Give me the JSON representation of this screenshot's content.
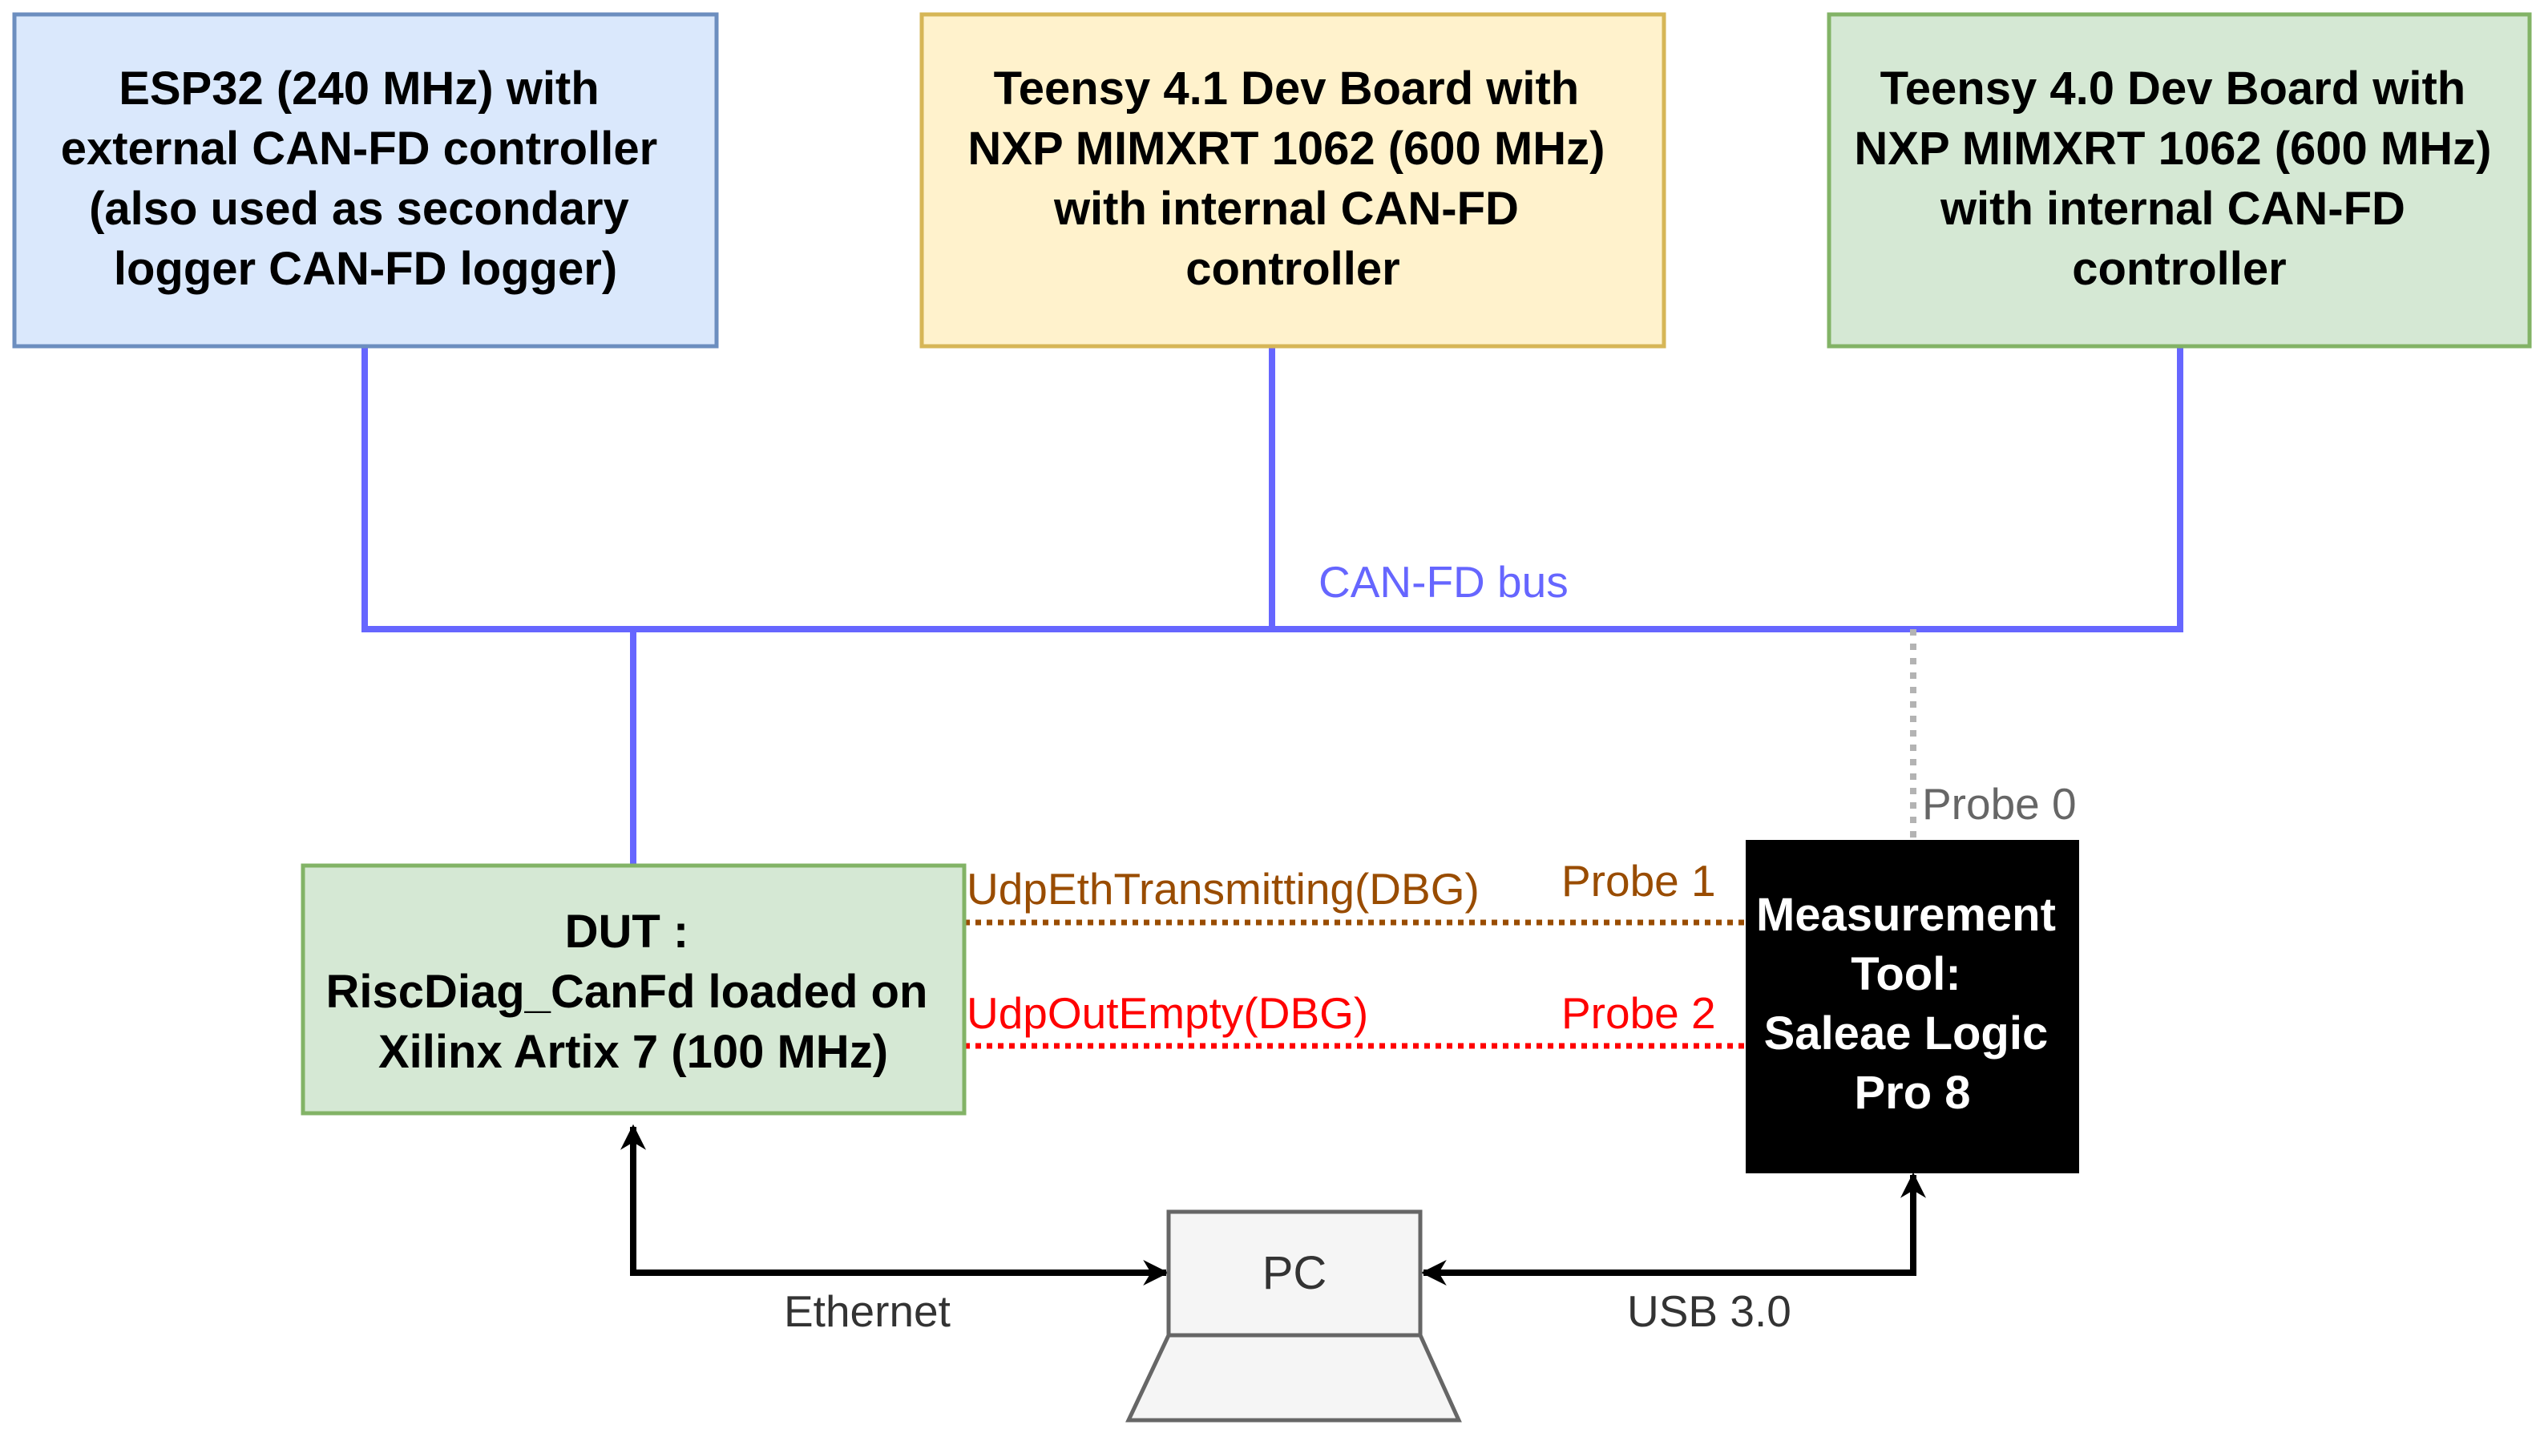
{
  "nodes": {
    "esp32": {
      "lines": [
        "ESP32 (240 MHz) with",
        "external CAN-FD controller",
        "(also used as secondary",
        "logger CAN-FD logger)"
      ],
      "fill": "#dae8fc",
      "stroke": "#6c8ebf"
    },
    "teensy41": {
      "lines": [
        "Teensy 4.1 Dev Board with",
        "NXP MIMXRT 1062 (600 MHz)",
        "with internal CAN-FD",
        "controller"
      ],
      "fill": "#fff2cc",
      "stroke": "#d6b656"
    },
    "teensy40": {
      "lines": [
        "Teensy 4.0 Dev Board with",
        "NXP MIMXRT 1062 (600 MHz)",
        "with internal CAN-FD",
        "controller"
      ],
      "fill": "#d5e8d4",
      "stroke": "#82b366"
    },
    "dut": {
      "lines": [
        "DUT :",
        "RiscDiag_CanFd loaded on",
        "Xilinx Artix 7 (100 MHz)"
      ],
      "fill": "#d5e8d4",
      "stroke": "#82b366"
    },
    "measurement_tool": {
      "lines": [
        "Measurement",
        "Tool:",
        "Saleae Logic",
        "Pro 8"
      ],
      "fill": "#000000",
      "text_color": "#ffffff"
    },
    "pc": {
      "label": "PC",
      "fill": "#f5f5f5",
      "stroke": "#666666"
    }
  },
  "labels": {
    "can_bus": "CAN-FD bus",
    "probe0": "Probe 0",
    "probe1": "Probe 1",
    "probe2": "Probe 2",
    "udp_eth_transmitting": "UdpEthTransmitting(DBG)",
    "udp_out_empty": "UdpOutEmpty(DBG)",
    "ethernet": "Ethernet",
    "usb": "USB 3.0"
  },
  "colors": {
    "can_bus": "#6666ff",
    "probe0": "#b3b3b3",
    "probe0_text": "#666666",
    "probe1": "#994c00",
    "probe2": "#ff0000",
    "arrows": "#000000"
  }
}
